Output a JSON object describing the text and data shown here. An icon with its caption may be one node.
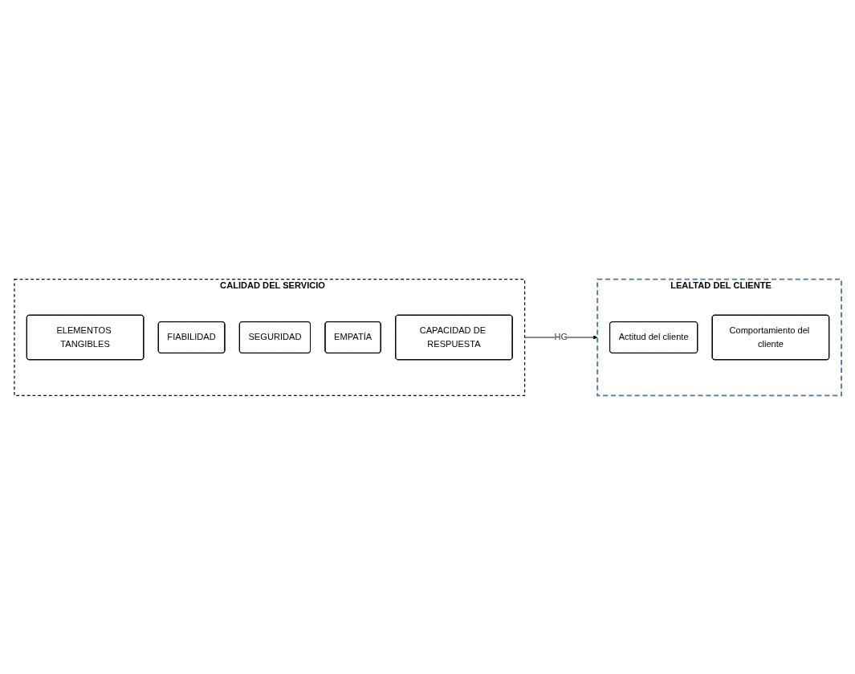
{
  "diagram": {
    "nodes": [
      {
        "text": [
          "CALIDAD DEL SERVICIO"
        ]
      },
      {
        "text": [
          "ELEMENTOS TANGIBLES"
        ],
        "in": 0
      },
      {
        "text": [
          "FIABILIDAD"
        ],
        "in": 0
      },
      {
        "text": [
          "SEGURIDAD"
        ],
        "in": 0
      },
      {
        "text": [
          "EMPATÍA"
        ],
        "in": 0
      },
      {
        "text": [
          "CAPACIDAD DE RESPUESTA"
        ],
        "in": 0
      },
      {
        "text": [
          "LEALTAD DEL CLIENTE"
        ]
      },
      {
        "text": [
          "Actitud del cliente"
        ],
        "in": 6
      },
      {
        "text": [
          "Comportamiento del cliente"
        ],
        "in": 6
      }
    ],
    "edges": [
      {
        "from": 0,
        "to": 6,
        "arrow": "to",
        "label": "HG"
      }
    ]
  }
}
